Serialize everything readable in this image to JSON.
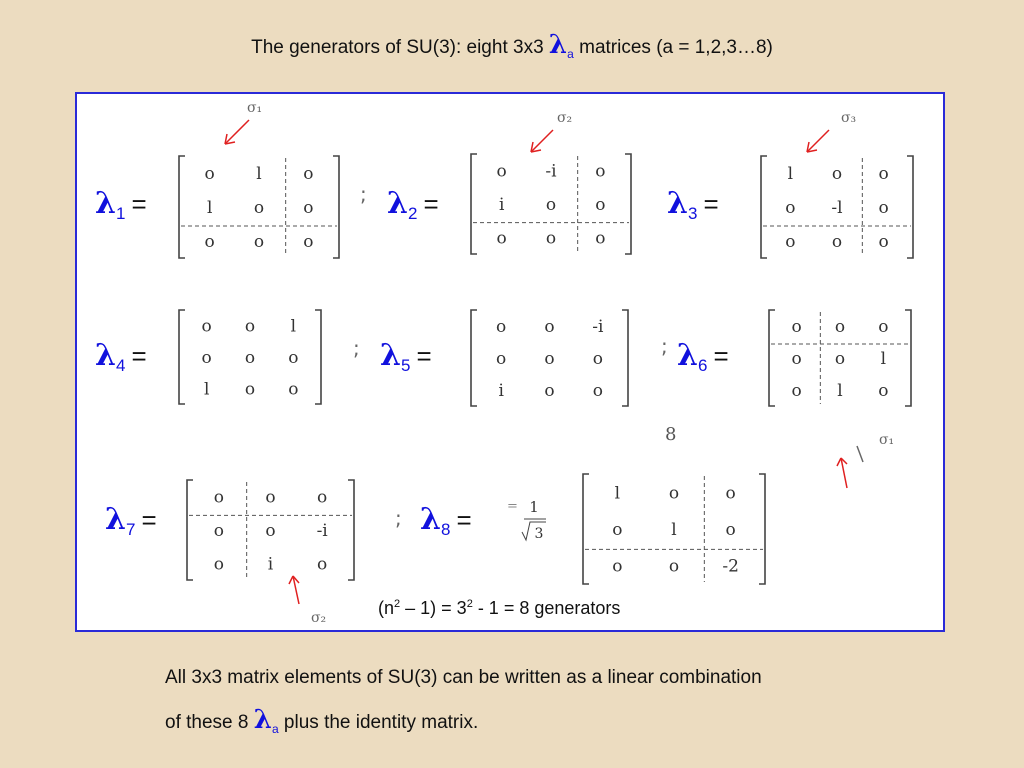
{
  "title": {
    "prefix": "The generators of SU(3):  eight 3x3 ",
    "lambda": "λ",
    "sub": "a",
    "suffix": "  matrices  (a = 1,2,3…8)"
  },
  "matrices": [
    {
      "label": "λ",
      "index": "1",
      "eq": "=",
      "rows": [
        [
          "o",
          "l",
          "o"
        ],
        [
          "l",
          "o",
          "o"
        ],
        [
          "o",
          "o",
          "o"
        ]
      ],
      "note": "σ₁"
    },
    {
      "label": "λ",
      "index": "2",
      "eq": "=",
      "rows": [
        [
          "o",
          "-i",
          "o"
        ],
        [
          "i",
          "o",
          "o"
        ],
        [
          "o",
          "o",
          "o"
        ]
      ],
      "note": "σ₂"
    },
    {
      "label": "λ",
      "index": "3",
      "eq": "=",
      "rows": [
        [
          "l",
          "o",
          "o"
        ],
        [
          "o",
          "-l",
          "o"
        ],
        [
          "o",
          "o",
          "o"
        ]
      ],
      "note": "σ₃"
    },
    {
      "label": "λ",
      "index": "4",
      "eq": "=",
      "rows": [
        [
          "o",
          "o",
          "l"
        ],
        [
          "o",
          "o",
          "o"
        ],
        [
          "l",
          "o",
          "o"
        ]
      ]
    },
    {
      "label": "λ",
      "index": "5",
      "eq": "=",
      "rows": [
        [
          "o",
          "o",
          "-i"
        ],
        [
          "o",
          "o",
          "o"
        ],
        [
          "i",
          "o",
          "o"
        ]
      ]
    },
    {
      "label": "λ",
      "index": "6",
      "eq": "=",
      "rows": [
        [
          "o",
          "o",
          "o"
        ],
        [
          "o",
          "o",
          "l"
        ],
        [
          "o",
          "l",
          "o"
        ]
      ],
      "note": "σ₁"
    },
    {
      "label": "λ",
      "index": "7",
      "eq": "=",
      "rows": [
        [
          "o",
          "o",
          "o"
        ],
        [
          "o",
          "o",
          "-i"
        ],
        [
          "o",
          "i",
          "o"
        ]
      ],
      "note": "σ₂"
    },
    {
      "label": "λ",
      "index": "8",
      "eq": "=",
      "prefactor_num": "1",
      "prefactor_den": "3",
      "rows": [
        [
          "l",
          "o",
          "o"
        ],
        [
          "o",
          "l",
          "o"
        ],
        [
          "o",
          "o",
          "-2"
        ]
      ]
    }
  ],
  "separator": ";",
  "formula": {
    "p1": "(n",
    "e1": "2",
    "p2": " – 1)  =  3",
    "e2": "2",
    "p3": " - 1  =  8  generators"
  },
  "footer": {
    "line1": "All 3x3 matrix elements of SU(3) can be written as a linear combination",
    "line2_prefix": "of these 8 ",
    "lambda": "λ",
    "sub": "a",
    "line2_suffix": " plus the identity matrix."
  },
  "eight_label": "8",
  "colors": {
    "lambda": "#1111dd",
    "panel_border": "#2a2ad8",
    "arrow": "#e02020",
    "background": "#ecdcc0"
  }
}
